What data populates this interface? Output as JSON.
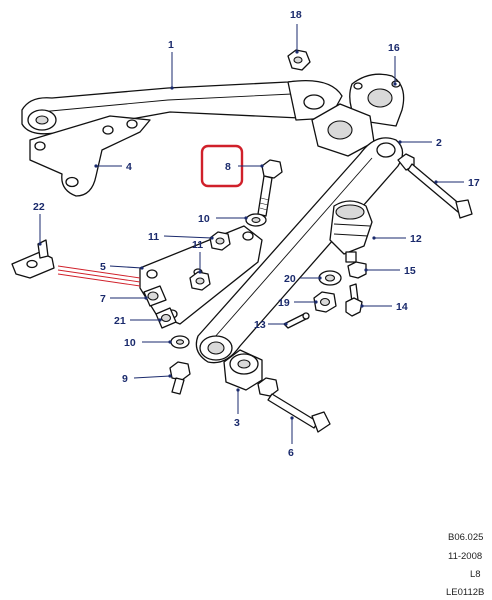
{
  "callouts": {
    "c1": "1",
    "c2": "2",
    "c3": "3",
    "c4": "4",
    "c5": "5",
    "c6": "6",
    "c7": "7",
    "c8": "8",
    "c9": "9",
    "c10a": "10",
    "c10b": "10",
    "c11a": "11",
    "c11b": "11",
    "c12": "12",
    "c13": "13",
    "c14": "14",
    "c15": "15",
    "c16": "16",
    "c17": "17",
    "c18": "18",
    "c19": "19",
    "c20": "20",
    "c21": "21",
    "c22": "22"
  },
  "highlight": {
    "part": "8",
    "color": "#d0202a"
  },
  "reference": {
    "code": "B06.025",
    "date": "11-2008",
    "model": "L8",
    "illustration": "LE0112B"
  },
  "colors": {
    "callout_text": "#1a2a6c",
    "highlight": "#d0202a",
    "line": "#111111"
  }
}
